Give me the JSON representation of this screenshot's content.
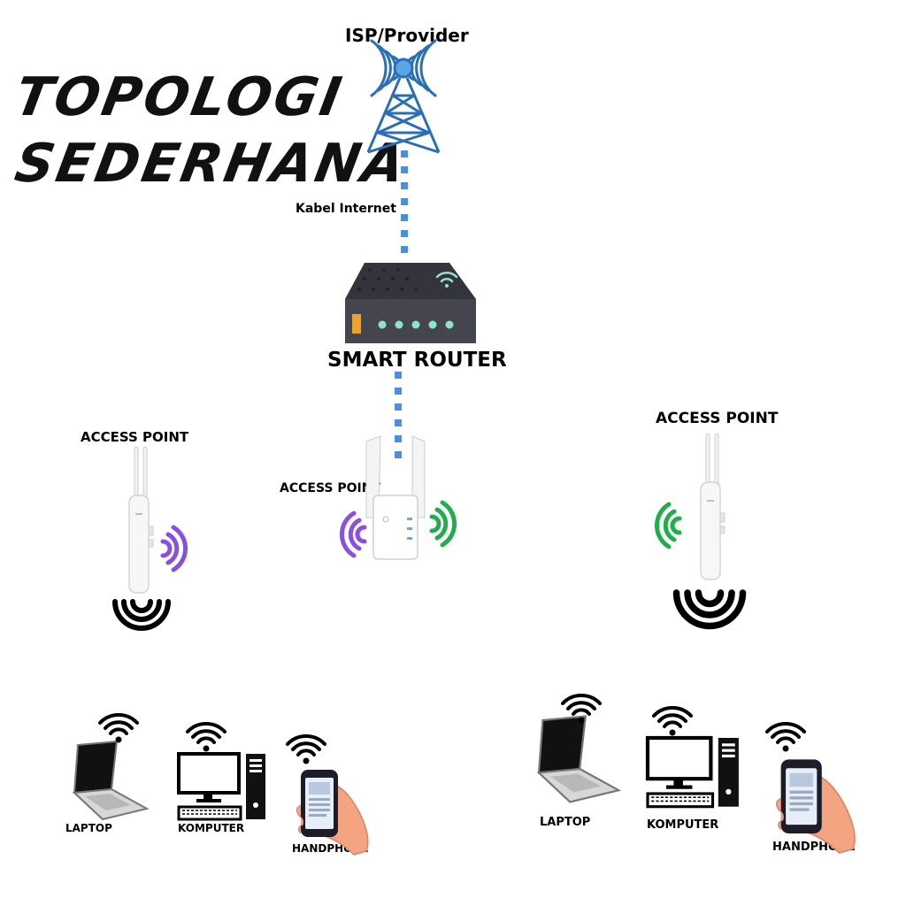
{
  "title": {
    "line1": "TOPOLOGI",
    "line2": "SEDERHANA"
  },
  "nodes": {
    "isp": {
      "label": "ISP/Provider",
      "icon": "tower-icon"
    },
    "cable": {
      "label": "Kabel Internet"
    },
    "router": {
      "label": "SMART ROUTER",
      "icon": "router-icon"
    },
    "ap_left": {
      "label": "ACCESS POINT",
      "icon": "outdoor-access-point-icon"
    },
    "ap_center": {
      "label": "ACCESS POINT",
      "icon": "range-extender-icon"
    },
    "ap_right": {
      "label": "ACCESS POINT",
      "icon": "outdoor-access-point-icon"
    }
  },
  "devices_left": {
    "laptop": "LAPTOP",
    "computer": "KOMPUTER",
    "phone": "HANDPHONE"
  },
  "devices_right": {
    "laptop": "LAPTOP",
    "computer": "KOMPUTER",
    "phone": "HANDPHONE"
  },
  "colors": {
    "tower": "#2a6fb5",
    "link": "#4a90e2",
    "wifi_purple": "#8a4fe0",
    "wifi_green": "#1fae4a",
    "router_body": "#3f3f48",
    "router_led": "#8fe3c8"
  }
}
